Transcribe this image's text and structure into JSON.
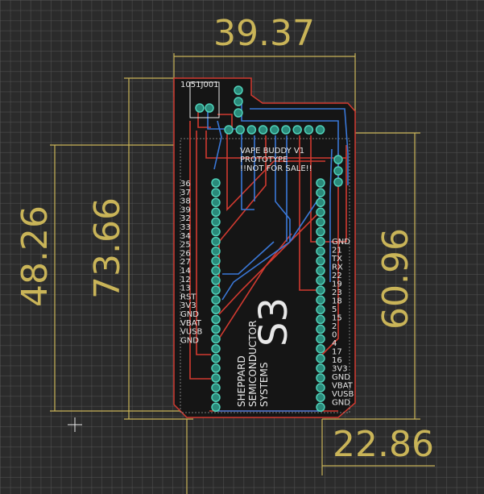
{
  "colors": {
    "background": "#2b2b2b",
    "grid": "#5a5a5a",
    "dimension": "#c9b458",
    "outline": "#d23a30",
    "top_trace": "#d23a30",
    "bottom_trace": "#3a78d8",
    "pad": "#2a8a7a",
    "pad_ring": "#4fd0b8",
    "silkscreen": "#e8e8e8"
  },
  "dimensions": {
    "board_width": "39.37",
    "left_outer_height": "48.26",
    "left_inner_height": "73.66",
    "right_height": "60.96",
    "bottom_width": "22.86"
  },
  "silkscreen": {
    "title_lines": [
      "VAPE BUDDY V1",
      "PROTOTYPE",
      "!!NOT FOR SALE!!"
    ],
    "connector_label": "1051J001",
    "logo": "S3",
    "company_lines": [
      "SHEPPARD",
      "SEMICONDUCTOR",
      "SYSTEMS"
    ],
    "left_pin_labels": [
      "36",
      "37",
      "38",
      "39",
      "32",
      "33",
      "34",
      "25",
      "26",
      "27",
      "14",
      "12",
      "13",
      "RST",
      "3V3",
      "GND",
      "VBAT",
      "VUSB",
      "GND"
    ],
    "right_pin_labels": [
      "GND",
      "21",
      "TX",
      "RX",
      "22",
      "19",
      "23",
      "18",
      "5",
      "15",
      "2",
      "0",
      "4",
      "17",
      "16",
      "3V3",
      "GND",
      "VBAT",
      "VUSB",
      "GND"
    ]
  }
}
